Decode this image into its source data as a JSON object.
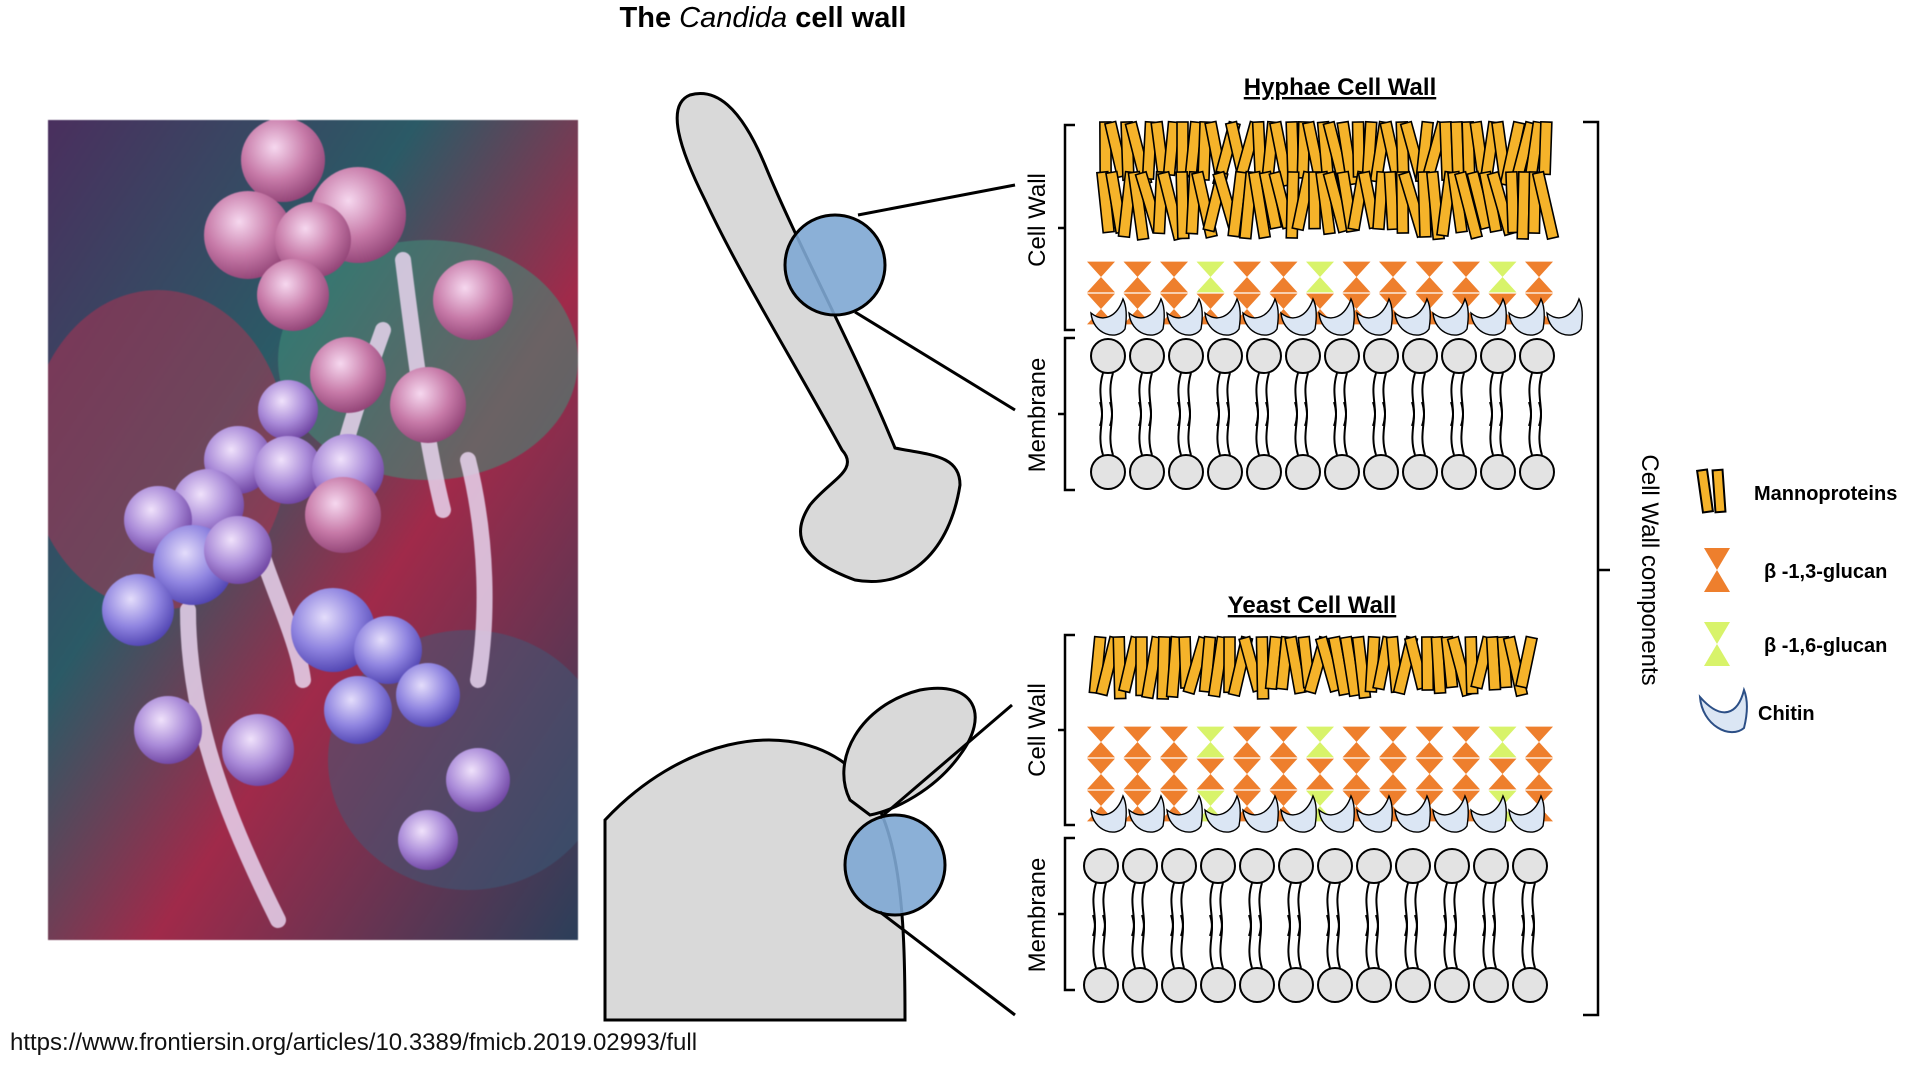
{
  "title": {
    "prefix": "The",
    "italic": "Candida",
    "suffix": "cell wall"
  },
  "source_url": "https://www.frontiersin.org/articles/10.3389/fmicb.2019.02993/full",
  "panels": {
    "hyphae": {
      "heading": "Hyphae Cell Wall",
      "wall_label": "Cell Wall",
      "membrane_label": "Membrane"
    },
    "yeast": {
      "heading": "Yeast Cell Wall",
      "wall_label": "Cell Wall",
      "membrane_label": "Membrane"
    }
  },
  "components_label": "Cell Wall components",
  "legend": [
    {
      "label": "Mannoproteins",
      "icon": "mannoprotein-icon",
      "color": "#f5b32a"
    },
    {
      "label": "β -1,3-glucan",
      "icon": "beta-1-3-glucan-icon",
      "color": "#ee7f2d"
    },
    {
      "label": "β -1,6-glucan",
      "icon": "beta-1-6-glucan-icon",
      "color": "#d8f36a"
    },
    {
      "label": "Chitin",
      "icon": "chitin-icon",
      "color": "#dbe6f4"
    }
  ],
  "colors": {
    "mannoprotein": "#f5b32a",
    "glucan_13": "#ee7f2d",
    "glucan_16": "#d8f36a",
    "chitin": "#dbe6f4",
    "cell_body": "#d9d9d9",
    "zoom_circle": "#7ea7d3",
    "lipid_head": "#e3e3e3"
  }
}
